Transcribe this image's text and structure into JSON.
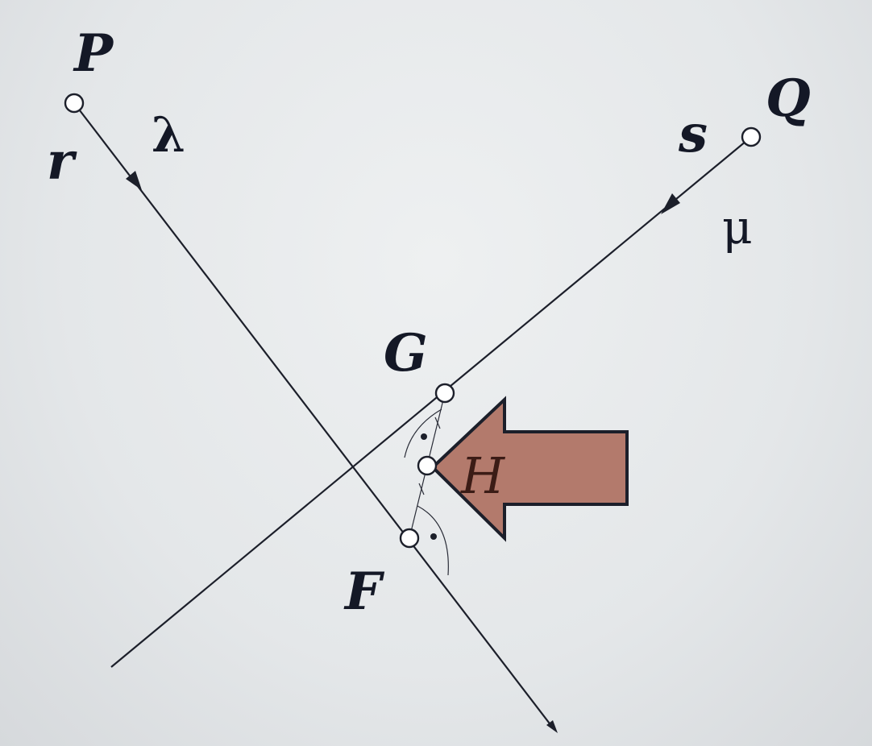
{
  "diagram": {
    "labels": {
      "P": "P",
      "Q": "Q",
      "r": "r",
      "s": "s",
      "lambda": "λ",
      "mu": "μ",
      "G": "G",
      "H": "H",
      "F": "F"
    },
    "colors": {
      "lines": "#1c1f2a",
      "arrow_fill": "#b37a6c",
      "background": "#e4e7e9"
    }
  }
}
